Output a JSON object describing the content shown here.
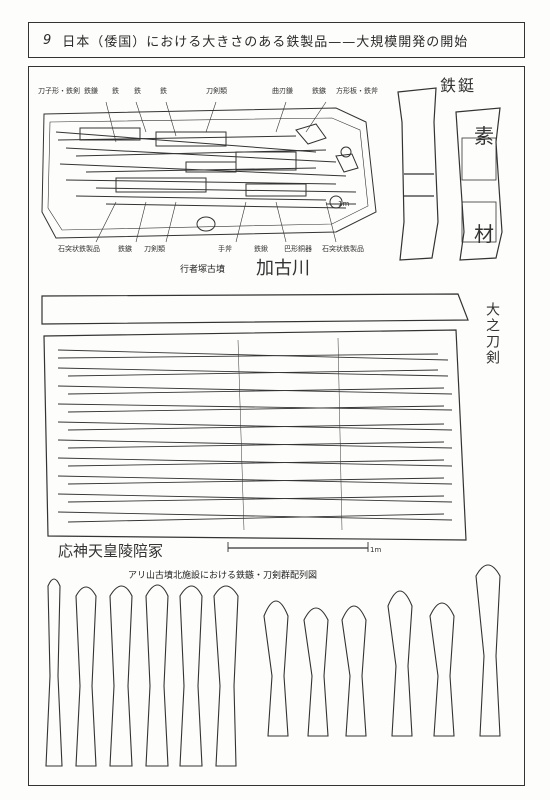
{
  "header": {
    "number": "9",
    "title": "日本（倭国）における大きさのある鉄製品——大規模開発の開始"
  },
  "section1": {
    "upper_labels": [
      "刀子形・鉄剣",
      "鉄鎌",
      "鉄",
      "鉄",
      "鉄",
      "刀剣類",
      "曲刃鎌",
      "鉄鏃",
      "方形板・鉄斧"
    ],
    "lower_labels": [
      "石突状鉄製品",
      "鉄鏃",
      "刀剣類",
      "手斧",
      "鉄鍬",
      "巴形銅器",
      "石突状鉄製品"
    ],
    "scale_label": "1m",
    "caption": "行者塚古墳",
    "handwritten": "加古川",
    "side_label": "鉄鋌",
    "sub_label_top": "素",
    "sub_label_bottom": "材"
  },
  "section2": {
    "side_label": "大之刀剣",
    "scale_label": "1m",
    "handwritten": "応神天皇陵陪冢",
    "caption": "アリ山古墳北施設における鉄鏃・刀剣群配列図"
  }
}
